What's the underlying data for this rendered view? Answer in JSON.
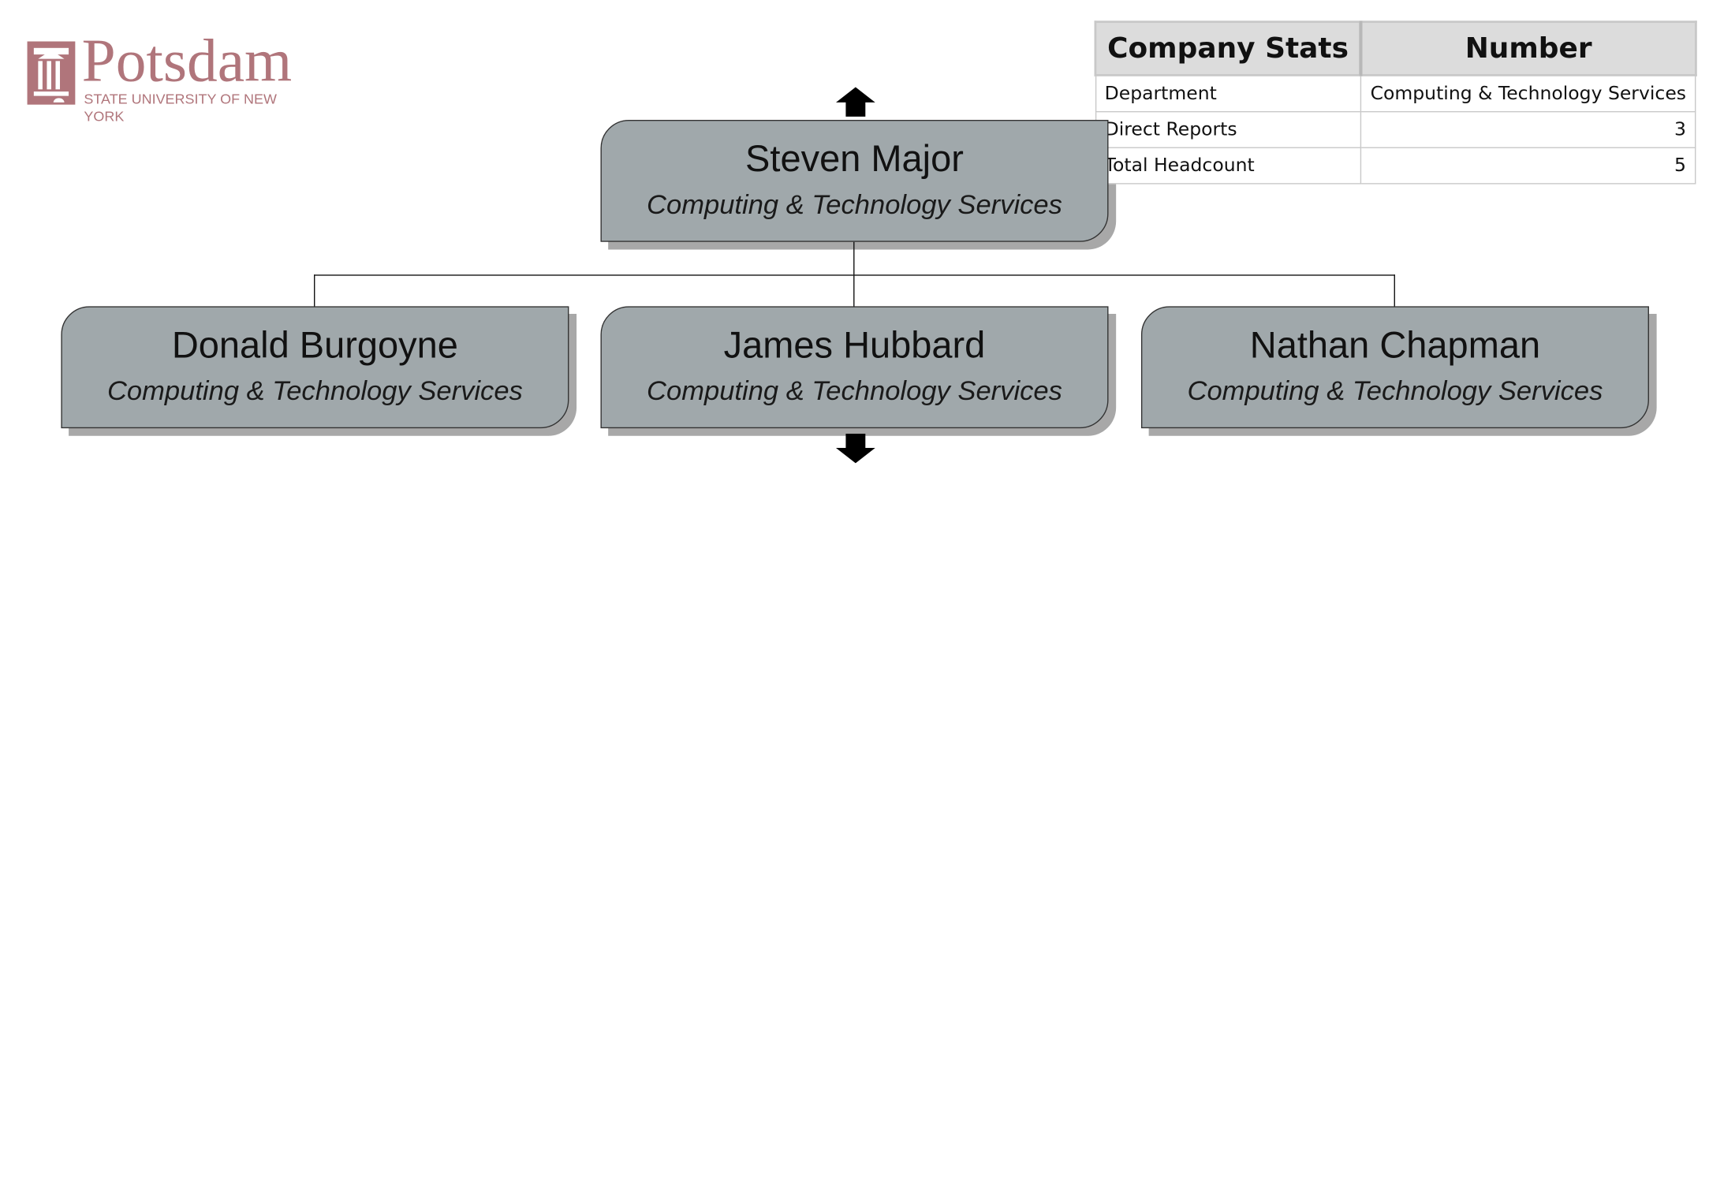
{
  "logo": {
    "wordmark": "Potsdam",
    "subtitle": "STATE UNIVERSITY OF NEW YORK",
    "color": "#b0757b"
  },
  "stats_table": {
    "headers": [
      "Company Stats",
      "Number"
    ],
    "rows": [
      {
        "label": "Department",
        "value": "Computing & Technology Services"
      },
      {
        "label": "Direct Reports",
        "value": "3"
      },
      {
        "label": "Total Headcount",
        "value": "5"
      }
    ]
  },
  "org_chart": {
    "node_color": "#a0a8ab",
    "root": {
      "name": "Steven Major",
      "department": "Computing & Technology Services"
    },
    "reports": [
      {
        "name": "Donald Burgoyne",
        "department": "Computing & Technology Services"
      },
      {
        "name": "James Hubbard",
        "department": "Computing & Technology Services"
      },
      {
        "name": "Nathan Chapman",
        "department": "Computing & Technology Services"
      }
    ],
    "navigation": {
      "up_icon": "arrow-up-icon",
      "down_icon": "arrow-down-icon"
    }
  }
}
